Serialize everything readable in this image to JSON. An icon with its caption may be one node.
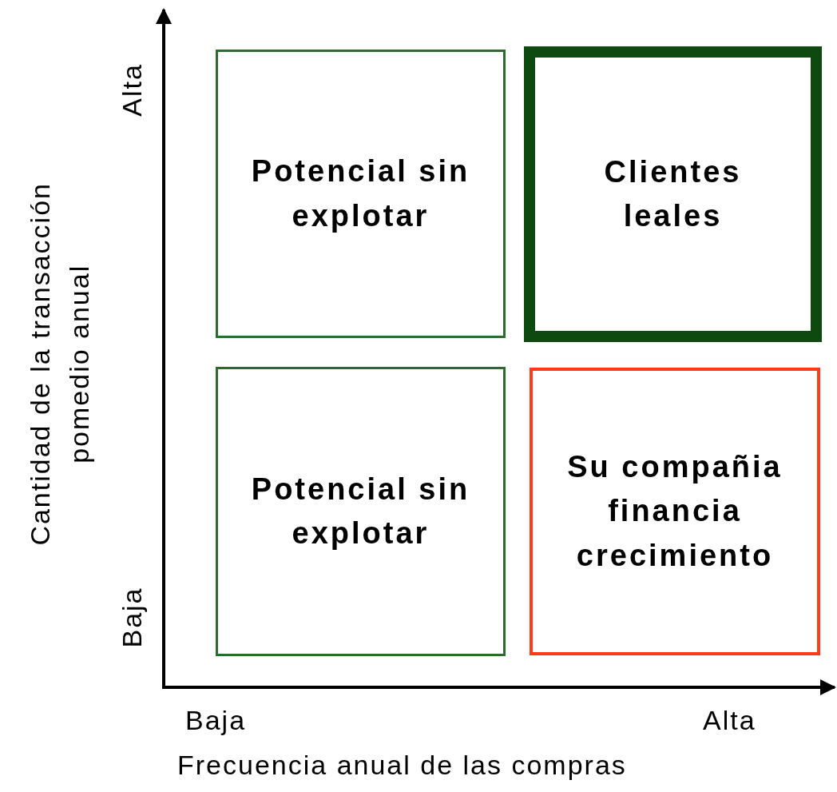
{
  "diagram": {
    "nodes": [
      {
        "text": [
          "Potencial sin explotar"
        ]
      },
      {
        "text": [
          "Clientes leales"
        ]
      },
      {
        "text": [
          "Potencial sin explotar"
        ]
      },
      {
        "text": [
          "Su compañia financia crecimiento"
        ]
      }
    ],
    "edges": [],
    "labels": [
      "Alta",
      "Baja",
      "Cantidad de la transacción pomedio anual",
      "Baja",
      "Alta",
      "Frecuencia anual de las compras"
    ]
  }
}
